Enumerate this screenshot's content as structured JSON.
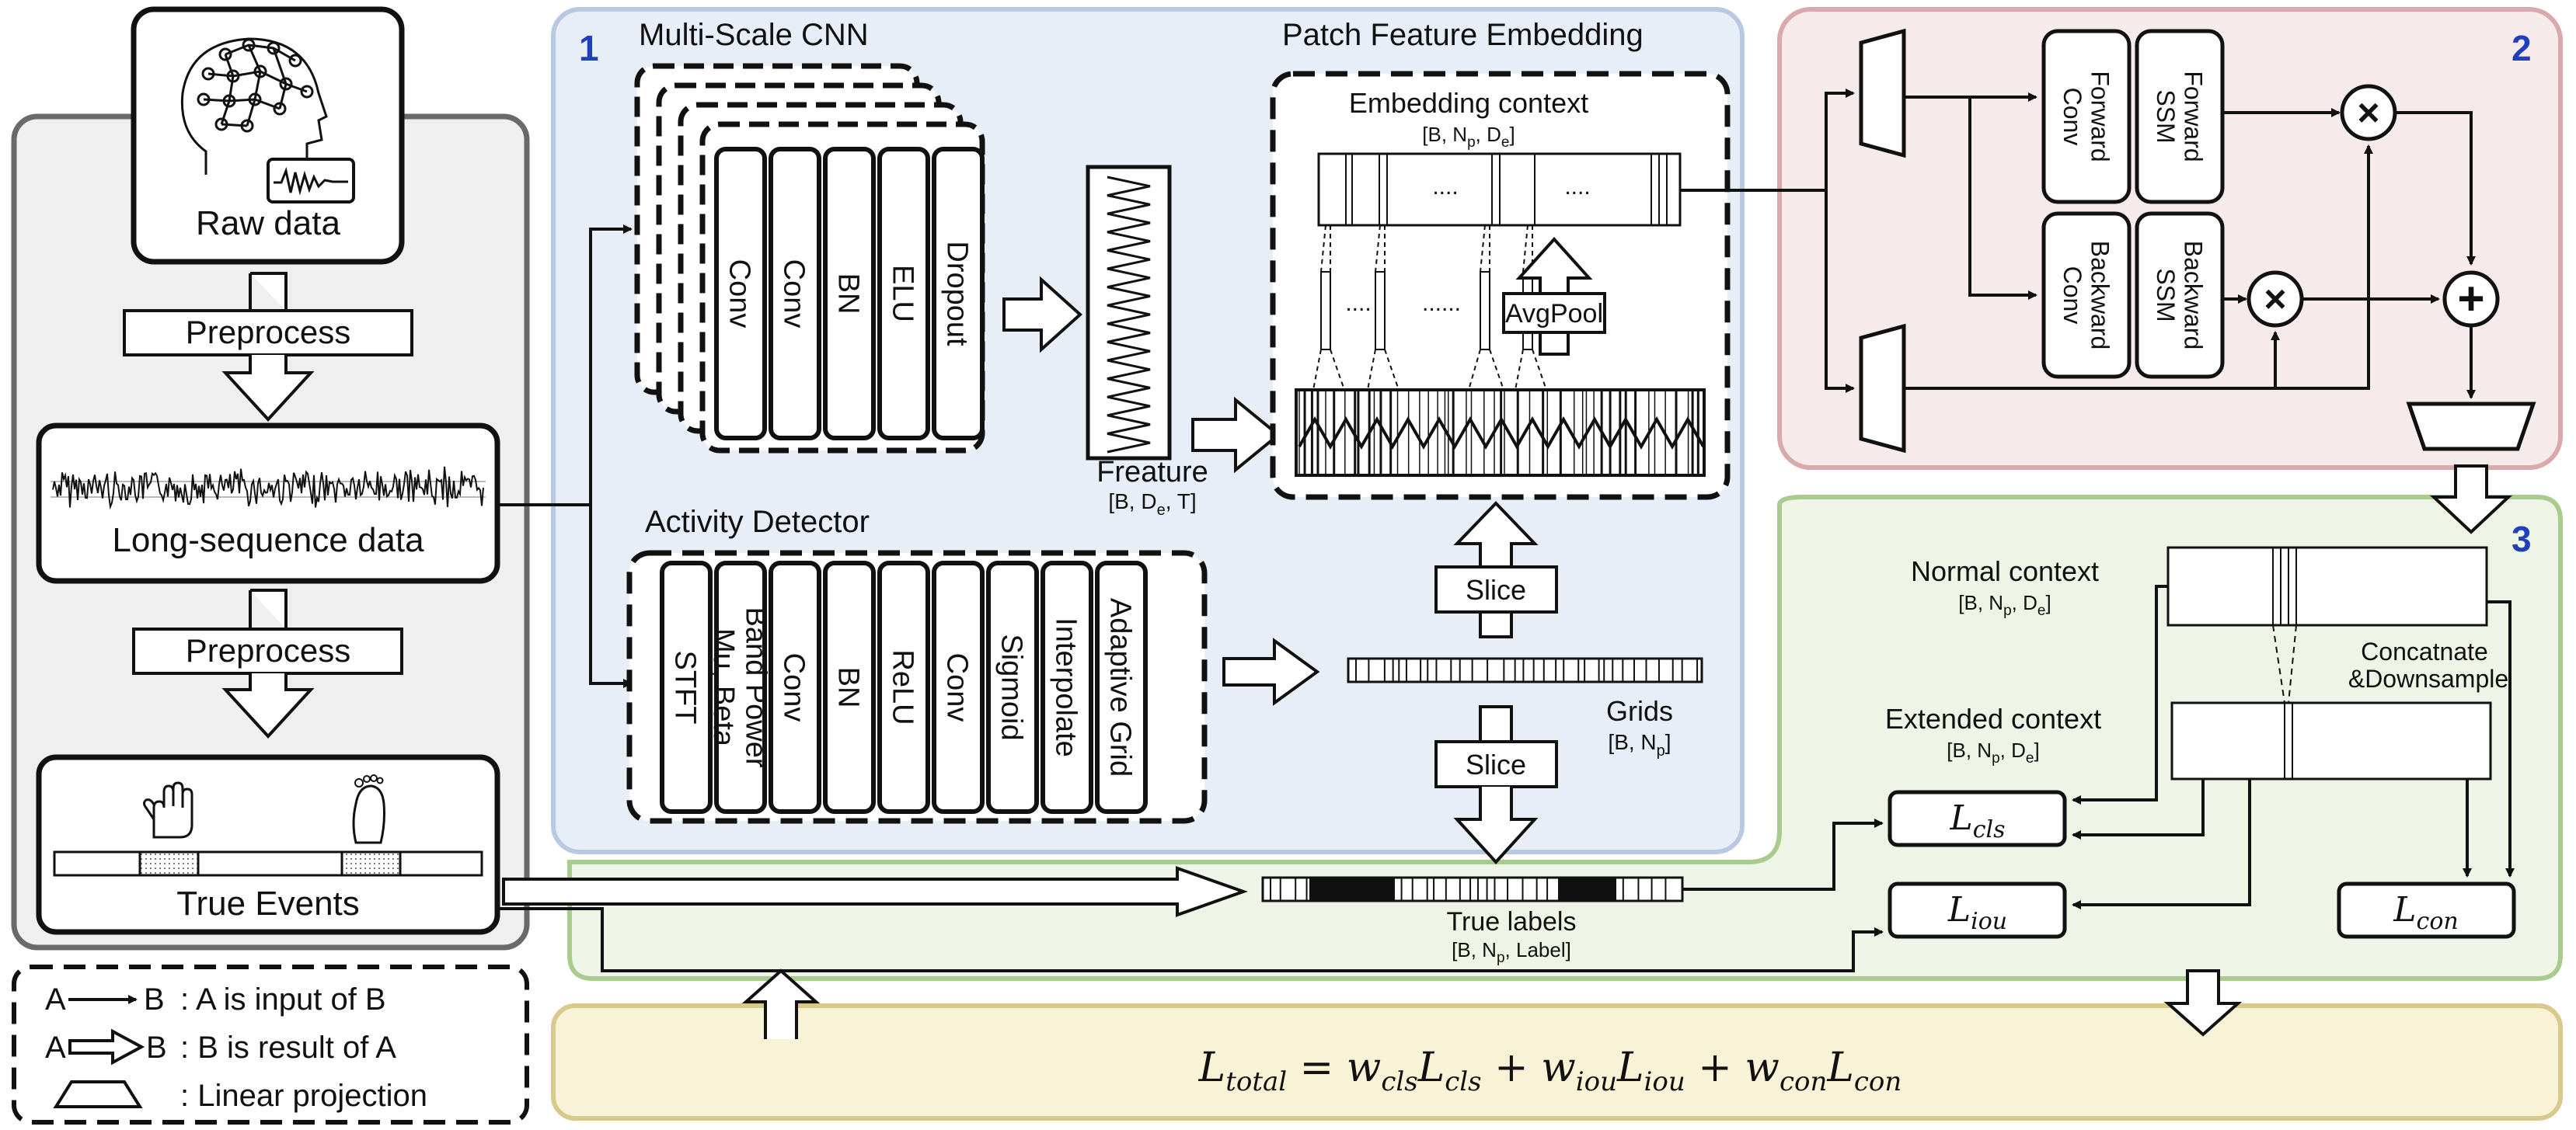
{
  "input_panel": {
    "raw_data": "Raw data",
    "preprocess_1": "Preprocess",
    "long_sequence": "Long-sequence data",
    "preprocess_2": "Preprocess",
    "true_events": "True Events"
  },
  "legend": {
    "a": "A",
    "b": "B",
    "input_desc": ": A is input of B",
    "result_desc": ": B is result of A",
    "linear_desc": ": Linear projection"
  },
  "panel1": {
    "number": "1",
    "multiscale_title": "Multi-Scale CNN",
    "cnn_layers": [
      "Conv",
      "Conv",
      "BN",
      "ELU",
      "Dropout"
    ],
    "feature_label": "Freature",
    "feature_shape": {
      "pre": "[B, D",
      "sub": "e",
      "post": ", T]"
    },
    "patch_title": "Patch Feature Embedding",
    "embedding_label": "Embedding context",
    "embedding_shape": {
      "pre": "[B, N",
      "sub1": "p",
      "mid": ", D",
      "sub2": "e",
      "post": "]"
    },
    "dots": "....",
    "dots_long": "......",
    "avgpool": "AvgPool",
    "activity_title": "Activity Detector",
    "activity_layers": [
      "STFT",
      "Band Power|Mu, Beta",
      "Conv",
      "BN",
      "ReLU",
      "Conv",
      "Sigmoid",
      "Interpolate",
      "Adaptive Grid"
    ],
    "slice_top": "Slice",
    "slice_bottom": "Slice",
    "grids_label": "Grids",
    "grids_shape": {
      "pre": "[B, N",
      "sub": "p",
      "post": "]"
    }
  },
  "panel2": {
    "number": "2",
    "forward_conv": "Forward|Conv",
    "forward_ssm": "Forward|SSM",
    "backward_conv": "Backward|Conv",
    "backward_ssm": "Backward|SSM",
    "multiply": "×",
    "plus": "+"
  },
  "panel3": {
    "number": "3",
    "normal_context": "Normal context",
    "normal_shape": {
      "pre": "[B, N",
      "sub1": "p",
      "mid": ", D",
      "sub2": "e",
      "post": "]"
    },
    "concat_1": "Concatnate",
    "concat_2": "&Downsample",
    "extended_context": "Extended context",
    "extended_shape": {
      "pre": "[B, N",
      "sub1": "p",
      "mid": ", D",
      "sub2": "e",
      "post": "]"
    },
    "loss_cls": {
      "main": "L",
      "sub": "cls"
    },
    "loss_iou": {
      "main": "L",
      "sub": "iou"
    },
    "loss_con": {
      "main": "L",
      "sub": "con"
    },
    "true_labels": "True labels",
    "labels_shape": {
      "pre": "[B, N",
      "sub": "p",
      "post": ", Label]"
    }
  },
  "total_loss": {
    "lhs": "L",
    "lhs_sub": "total",
    "eq": " = ",
    "w1": "w",
    "w1_sub": "cls",
    "l1": "L",
    "l1_sub": "cls",
    "plus1": " + ",
    "w2": "w",
    "w2_sub": "iou",
    "l2": "L",
    "l2_sub": "iou",
    "plus2": " + ",
    "w3": "w",
    "w3_sub": "con",
    "l3": "L",
    "l3_sub": "con"
  },
  "colors": {
    "panel1_bg": "#e8eef7",
    "panel1_border": "#b8c9e1",
    "panel2_bg": "#f7eaea",
    "panel2_border": "#d9a9ab",
    "panel3_bg": "#eef4e6",
    "panel3_border": "#a9cc8e",
    "total_bg": "#f8f2d6",
    "total_border": "#d9c98a",
    "input_bg": "#efefef",
    "input_border": "#6a6a6a",
    "number_color": "#1f3fbf"
  }
}
